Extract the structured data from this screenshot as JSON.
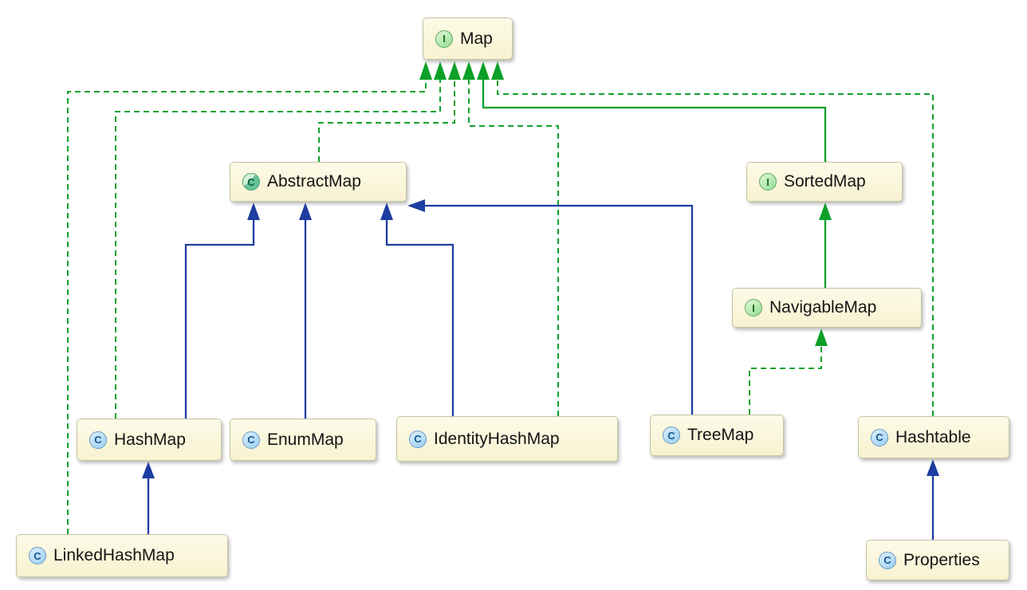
{
  "diagram": {
    "title": "Java Map hierarchy UML class diagram",
    "colors": {
      "node_fill": "#f9f4d3",
      "node_border": "#c4c4a2",
      "extends_edge": "#1e3da0",
      "implements_edge": "#11a22d",
      "interface_extends_edge": "#0ca028"
    },
    "nodes": [
      {
        "id": "map",
        "label": "Map",
        "kind": "interface",
        "icon": "I"
      },
      {
        "id": "abstractmap",
        "label": "AbstractMap",
        "kind": "abstract-class",
        "icon": "C"
      },
      {
        "id": "sortedmap",
        "label": "SortedMap",
        "kind": "interface",
        "icon": "I"
      },
      {
        "id": "navigablemap",
        "label": "NavigableMap",
        "kind": "interface",
        "icon": "I"
      },
      {
        "id": "hashmap",
        "label": "HashMap",
        "kind": "class",
        "icon": "C"
      },
      {
        "id": "enummap",
        "label": "EnumMap",
        "kind": "class",
        "icon": "C"
      },
      {
        "id": "identityhashmap",
        "label": "IdentityHashMap",
        "kind": "class",
        "icon": "C"
      },
      {
        "id": "treemap",
        "label": "TreeMap",
        "kind": "class",
        "icon": "C"
      },
      {
        "id": "hashtable",
        "label": "Hashtable",
        "kind": "class",
        "icon": "C"
      },
      {
        "id": "linkedhashmap",
        "label": "LinkedHashMap",
        "kind": "class",
        "icon": "C"
      },
      {
        "id": "properties",
        "label": "Properties",
        "kind": "class",
        "icon": "C"
      }
    ],
    "edges": [
      {
        "from": "LinkedHashMap",
        "to": "Map",
        "relation": "implements",
        "style": "green-dashed"
      },
      {
        "from": "HashMap",
        "to": "Map",
        "relation": "implements",
        "style": "green-dashed"
      },
      {
        "from": "AbstractMap",
        "to": "Map",
        "relation": "implements",
        "style": "green-dashed"
      },
      {
        "from": "IdentityHashMap",
        "to": "Map",
        "relation": "implements",
        "style": "green-dashed"
      },
      {
        "from": "Hashtable",
        "to": "Map",
        "relation": "implements",
        "style": "green-dashed"
      },
      {
        "from": "TreeMap",
        "to": "NavigableMap",
        "relation": "implements",
        "style": "green-dashed"
      },
      {
        "from": "SortedMap",
        "to": "Map",
        "relation": "extends",
        "style": "green-solid"
      },
      {
        "from": "NavigableMap",
        "to": "SortedMap",
        "relation": "extends",
        "style": "green-solid"
      },
      {
        "from": "HashMap",
        "to": "AbstractMap",
        "relation": "extends",
        "style": "blue-solid"
      },
      {
        "from": "EnumMap",
        "to": "AbstractMap",
        "relation": "extends",
        "style": "blue-solid"
      },
      {
        "from": "IdentityHashMap",
        "to": "AbstractMap",
        "relation": "extends",
        "style": "blue-solid"
      },
      {
        "from": "TreeMap",
        "to": "AbstractMap",
        "relation": "extends",
        "style": "blue-solid"
      },
      {
        "from": "LinkedHashMap",
        "to": "HashMap",
        "relation": "extends",
        "style": "blue-solid"
      },
      {
        "from": "Properties",
        "to": "Hashtable",
        "relation": "extends",
        "style": "blue-solid"
      }
    ]
  }
}
